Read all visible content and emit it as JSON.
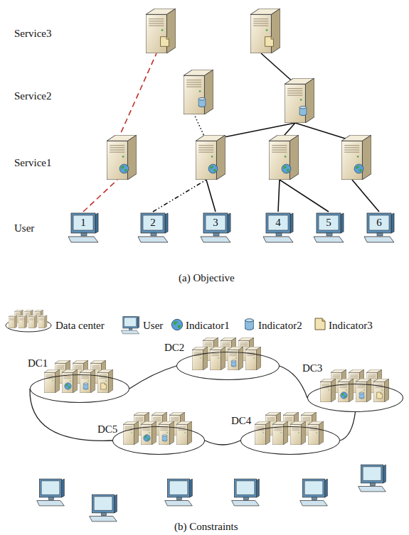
{
  "diagram": {
    "nodes": [
      {
        "text": [
          "1"
        ]
      },
      {
        "text": [
          "2"
        ]
      },
      {
        "text": [
          "3"
        ]
      },
      {
        "text": [
          "4"
        ]
      },
      {
        "text": [
          "5"
        ]
      },
      {
        "text": [
          "6"
        ]
      },
      {
        "text": [
          "DC1"
        ]
      },
      {
        "text": [
          "DC2"
        ]
      },
      {
        "text": [
          "DC3"
        ]
      },
      {
        "text": [
          "DC5"
        ]
      },
      {
        "text": [
          "DC4"
        ]
      }
    ],
    "edges": [
      {
        "from": 6,
        "to": 7,
        "arrow": "none"
      },
      {
        "from": 7,
        "to": 8,
        "arrow": "none"
      },
      {
        "from": 8,
        "to": 10,
        "arrow": "none"
      },
      {
        "from": 10,
        "to": 9,
        "arrow": "none"
      },
      {
        "from": 9,
        "to": 6,
        "arrow": "none"
      }
    ],
    "labels": [
      "Service3",
      "Service2",
      "Service1",
      "User",
      "(a) Objective",
      "(b) Constraints"
    ],
    "legend": [
      {
        "text": "Data center"
      },
      {
        "text": "User"
      },
      {
        "text": "Indicator1"
      },
      {
        "text": "Indicator2"
      },
      {
        "text": "Indicator3"
      }
    ]
  }
}
